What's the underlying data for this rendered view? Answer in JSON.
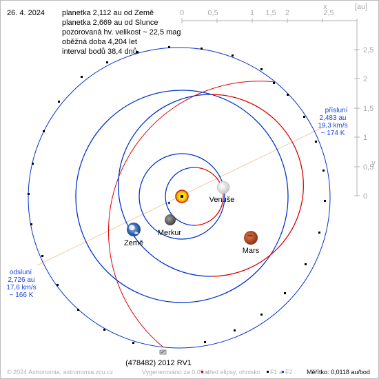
{
  "date": "26. 4. 2024",
  "info": [
    "planetka 2,112 au od Země",
    "planetka 2,669 au od Slunce",
    "pozorovaná hv. velikost ~ 22,5 mag",
    "oběžná doba 4,204 let",
    "interval bodů 38,4 dnů"
  ],
  "axes": {
    "x_label": "x",
    "y_label": "y",
    "unit": "[au]",
    "x_ticks": [
      "0",
      "0,5",
      "1",
      "1,5",
      "2",
      "2,5"
    ],
    "y_ticks": [
      "2,5",
      "2",
      "1,5",
      "1",
      "0,5",
      "0"
    ]
  },
  "perihelion": {
    "label": "přísluní",
    "distance": "2,483 au",
    "speed": "19,3 km/s",
    "temp": "~ 174 K"
  },
  "aphelion": {
    "label": "odsluní",
    "distance": "2,726 au",
    "speed": "17,6 km/s",
    "temp": "~ 166 K"
  },
  "bodies": {
    "venus": "Venuše",
    "mercury": "Merkur",
    "earth": "Země",
    "mars": "Mars",
    "asteroid": "(478482) 2012 RV1"
  },
  "footer": {
    "copyright": "© 2024 Astronomia, astronomia.zcu.cz",
    "generated": "Vygenerováno za 0,09 s",
    "legend_center": "střed elipsy, ohnisko",
    "legend_f1": "F1 a",
    "legend_f2": "F2",
    "scale": "Měřítko: 0,0118 au/bod"
  },
  "colors": {
    "blue": "#0033cc",
    "red": "#dd0000",
    "axis": "#b0b0b0",
    "label_blue": "#1a44dd",
    "apsis_line": "#f0c8a8"
  }
}
